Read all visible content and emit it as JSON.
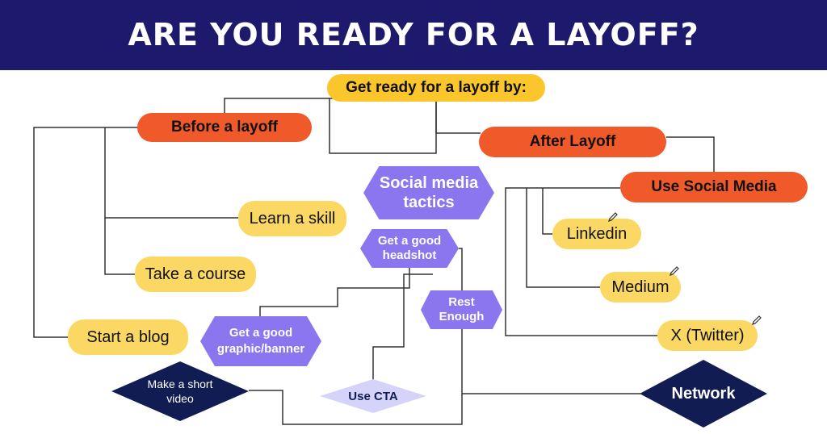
{
  "header": {
    "title": "ARE YOU READY FOR A LAYOFF?"
  },
  "colors": {
    "banner": "#1d1a6e",
    "yellow_node": "#fbd864",
    "orange_node": "#f05a2a",
    "purple_hexagon": "#8b76f0",
    "dark_diamond": "#111d52",
    "light_diamond": "#d6d3fa"
  },
  "diagram": {
    "root": "Get ready for a layoff by:",
    "before": {
      "label": "Before a layoff",
      "children": [
        "Learn a skill",
        "Take a course",
        "Start a blog"
      ]
    },
    "after": {
      "label": "After Layoff",
      "social": {
        "label": "Use Social Media",
        "children": [
          "Linkedin",
          "Medium",
          "X (Twitter)"
        ]
      }
    },
    "tactics": {
      "title": "Social media tactics",
      "headshot": "Get a good headshot",
      "rest": "Rest Enough",
      "banner": "Get a good graphic/banner",
      "video": "Make a short video",
      "cta": "Use CTA",
      "network": "Network"
    }
  }
}
